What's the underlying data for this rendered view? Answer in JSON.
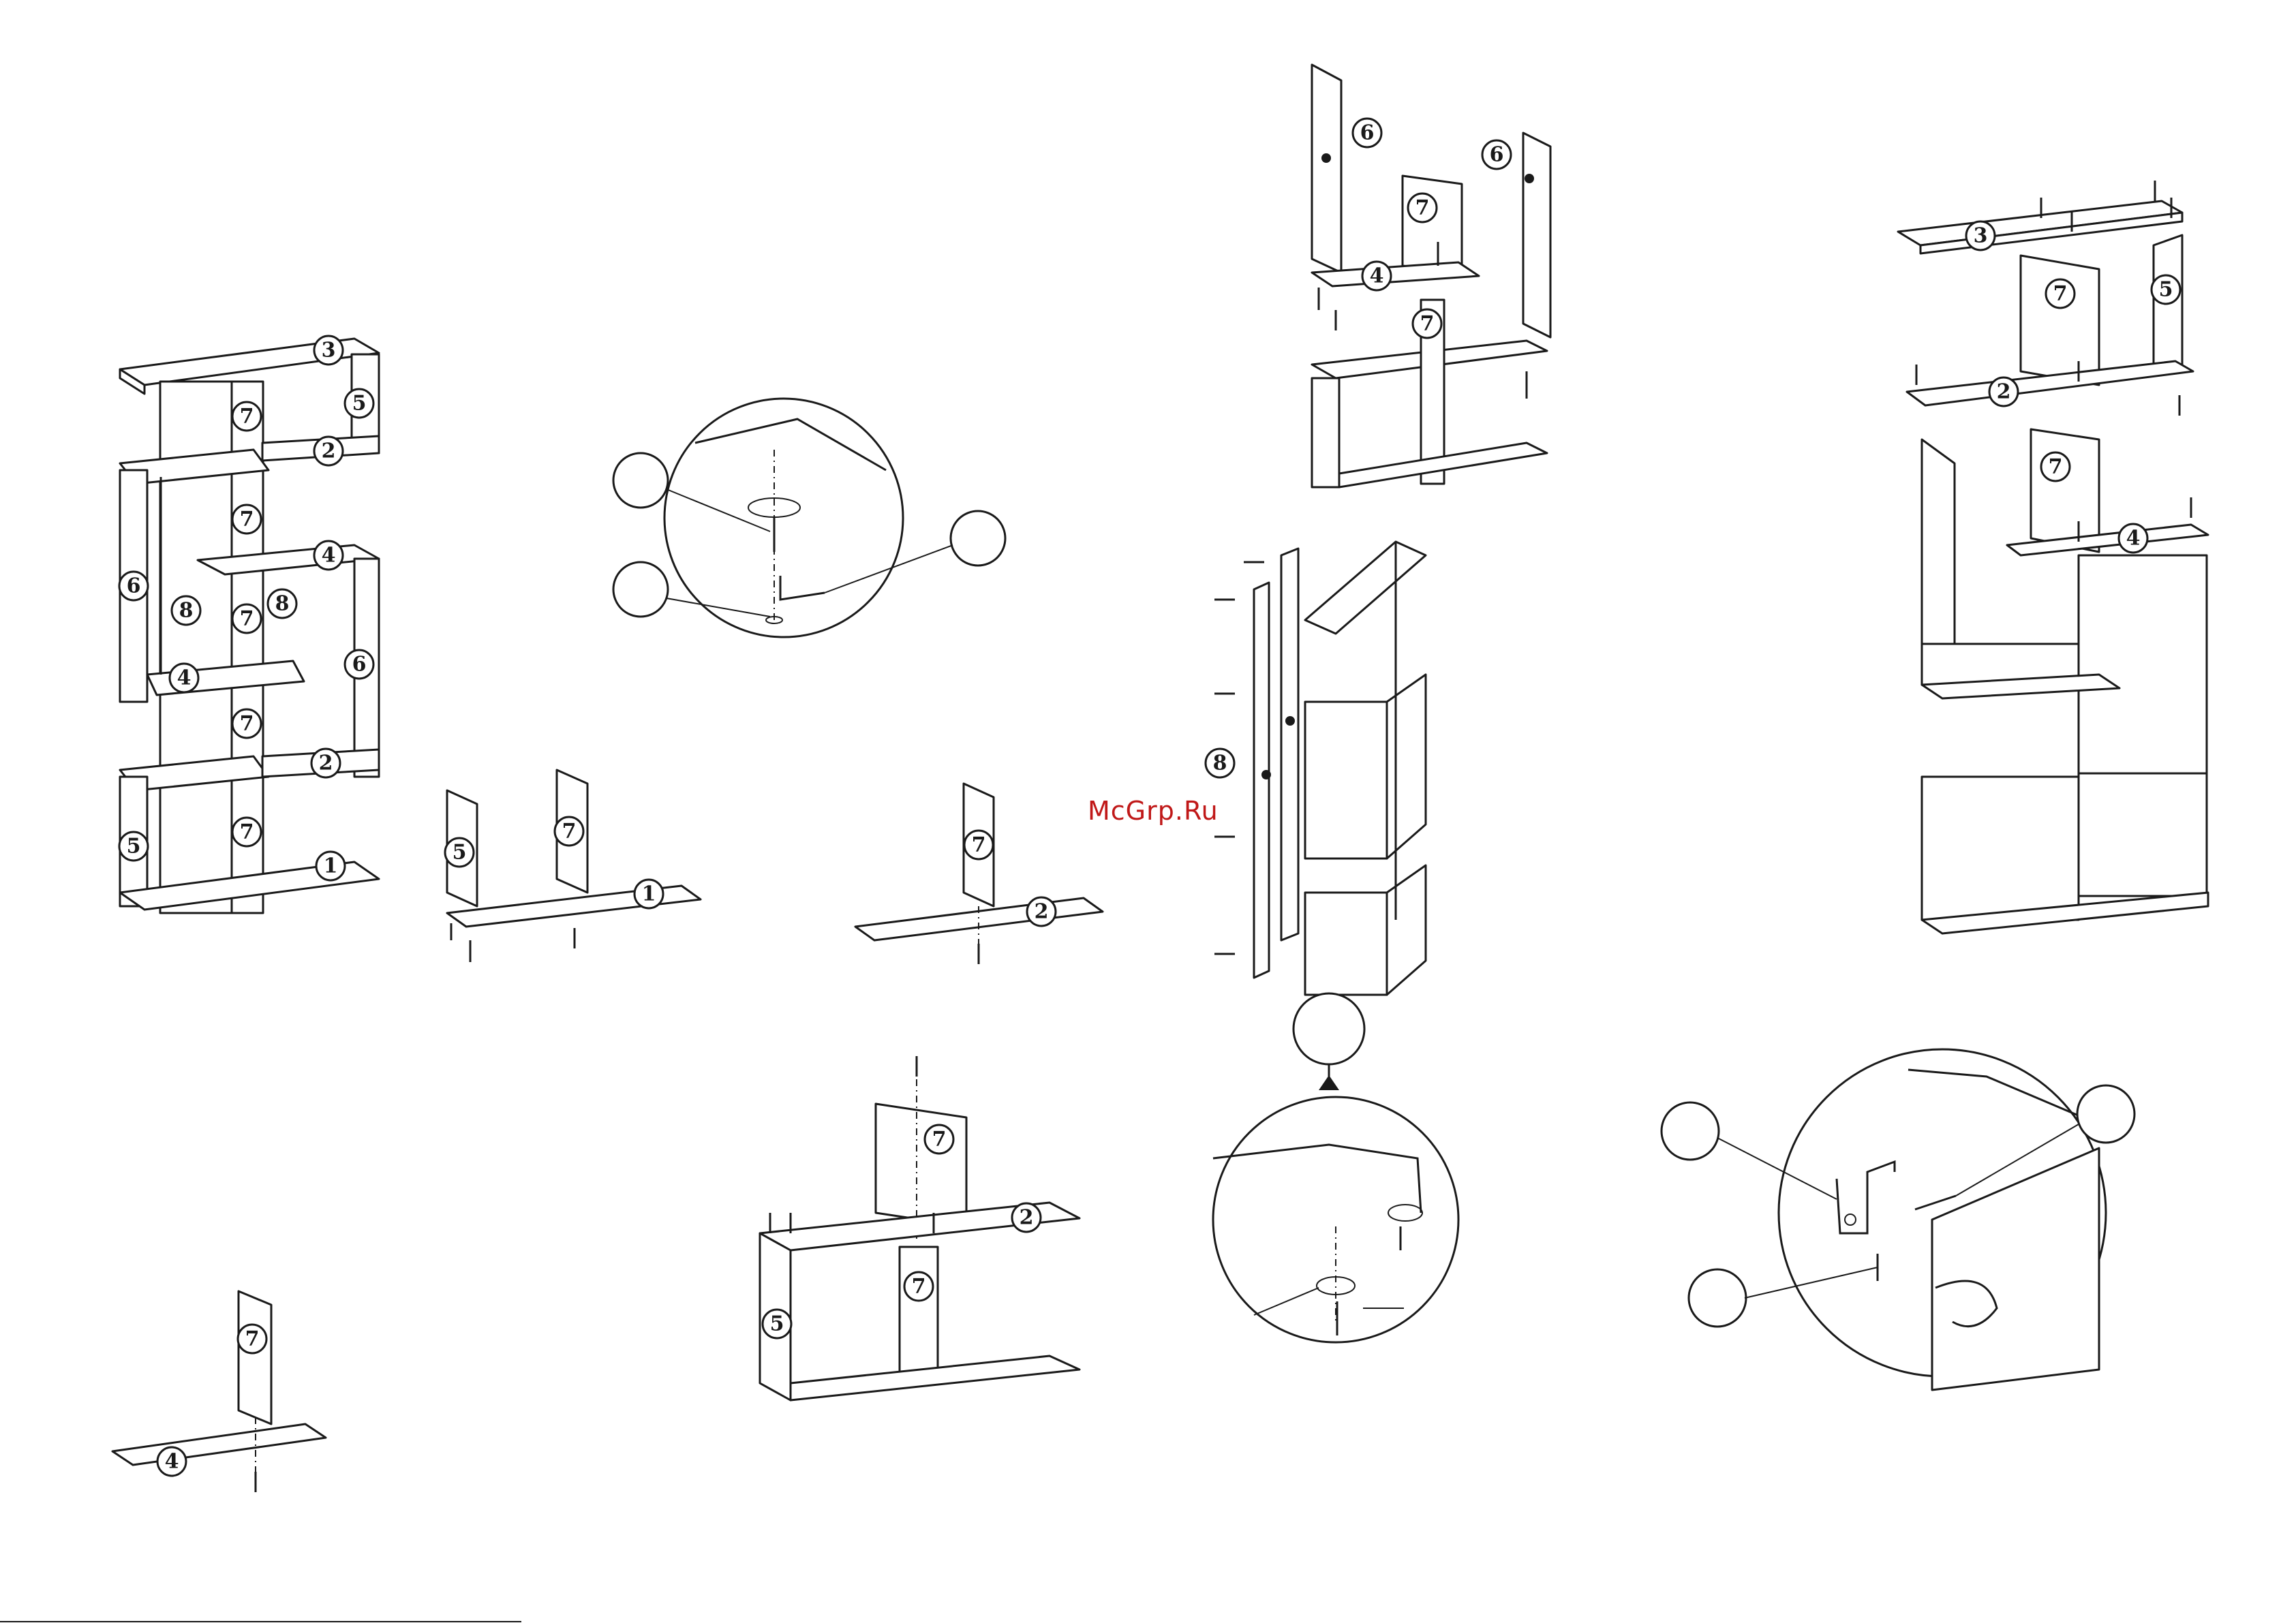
{
  "watermark": "McGrp.Ru",
  "labels": {
    "p1": "1",
    "p2": "2",
    "p3": "3",
    "p4": "4",
    "p5": "5",
    "p6": "6",
    "p7": "7",
    "p8": "8"
  }
}
